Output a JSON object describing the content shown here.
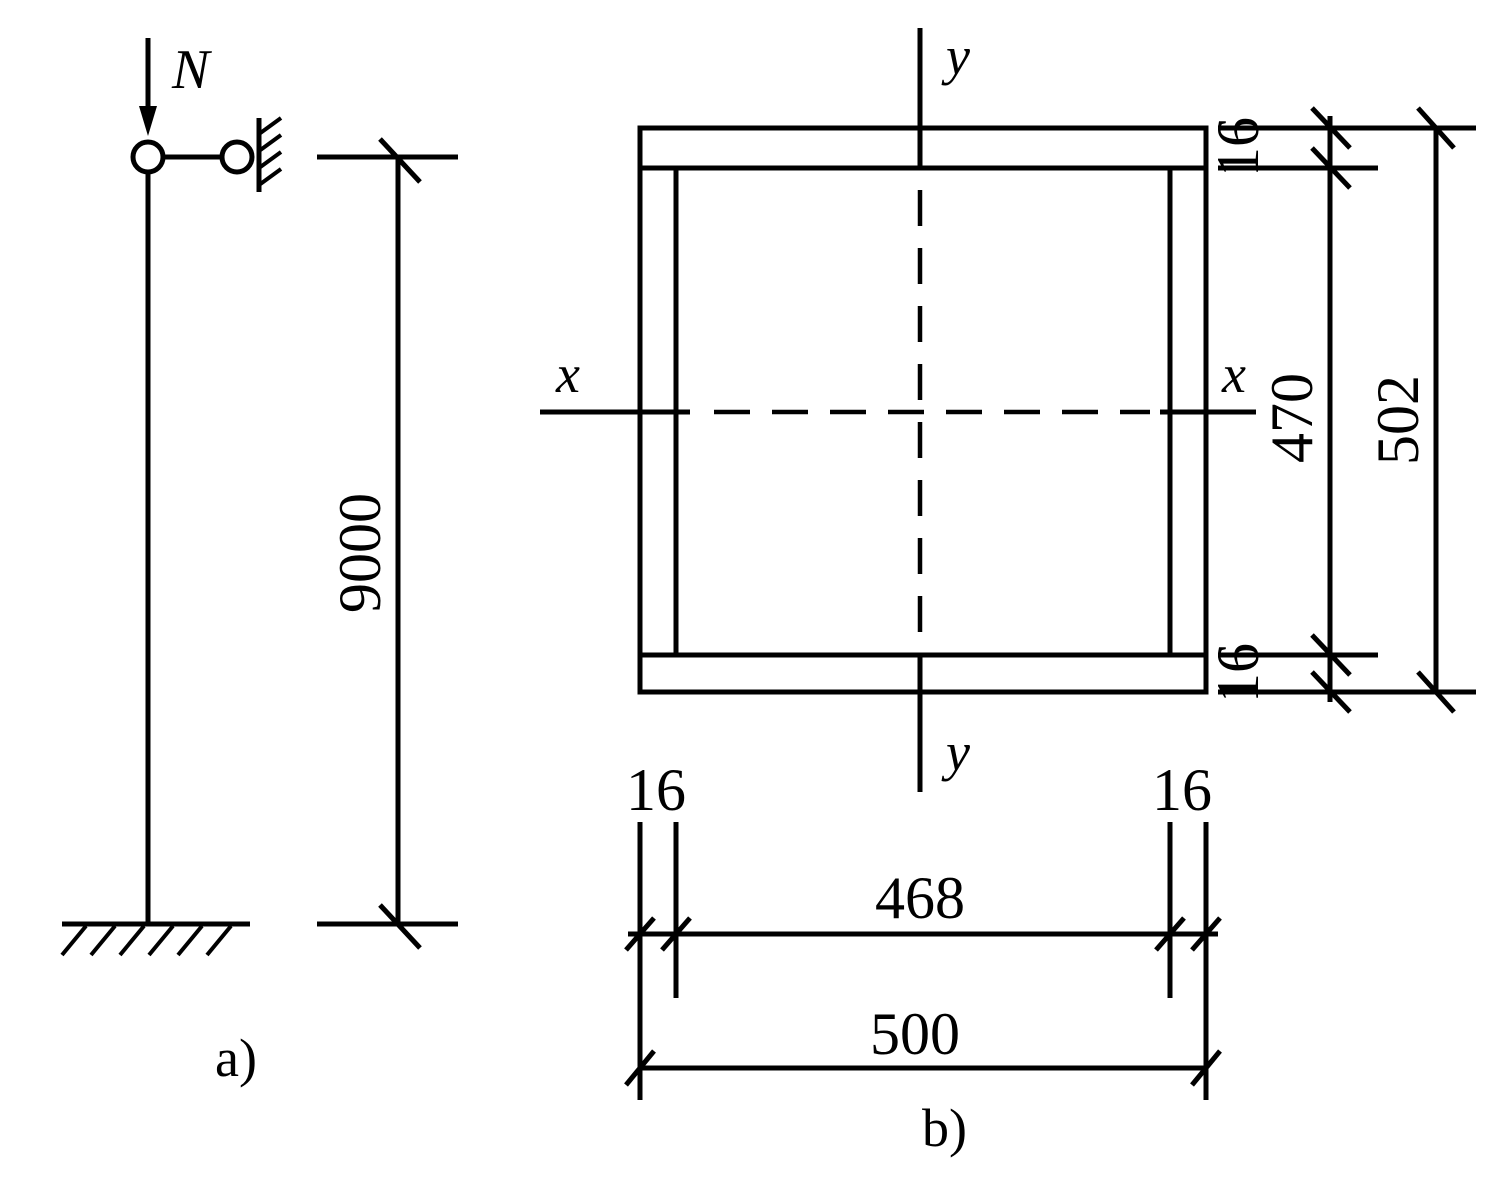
{
  "panel_a": {
    "label": "a)",
    "load_label": "N",
    "height_dim": "9000"
  },
  "panel_b": {
    "label": "b)",
    "axis_x_left": "x",
    "axis_x_right": "x",
    "axis_y_top": "y",
    "axis_y_bottom": "y",
    "flange_top_dim": "16",
    "web_height_dim": "470",
    "flange_bottom_dim": "16",
    "total_height_dim": "502",
    "web_left_dim": "16",
    "web_right_dim": "16",
    "inner_width_dim": "468",
    "total_width_dim": "500"
  }
}
